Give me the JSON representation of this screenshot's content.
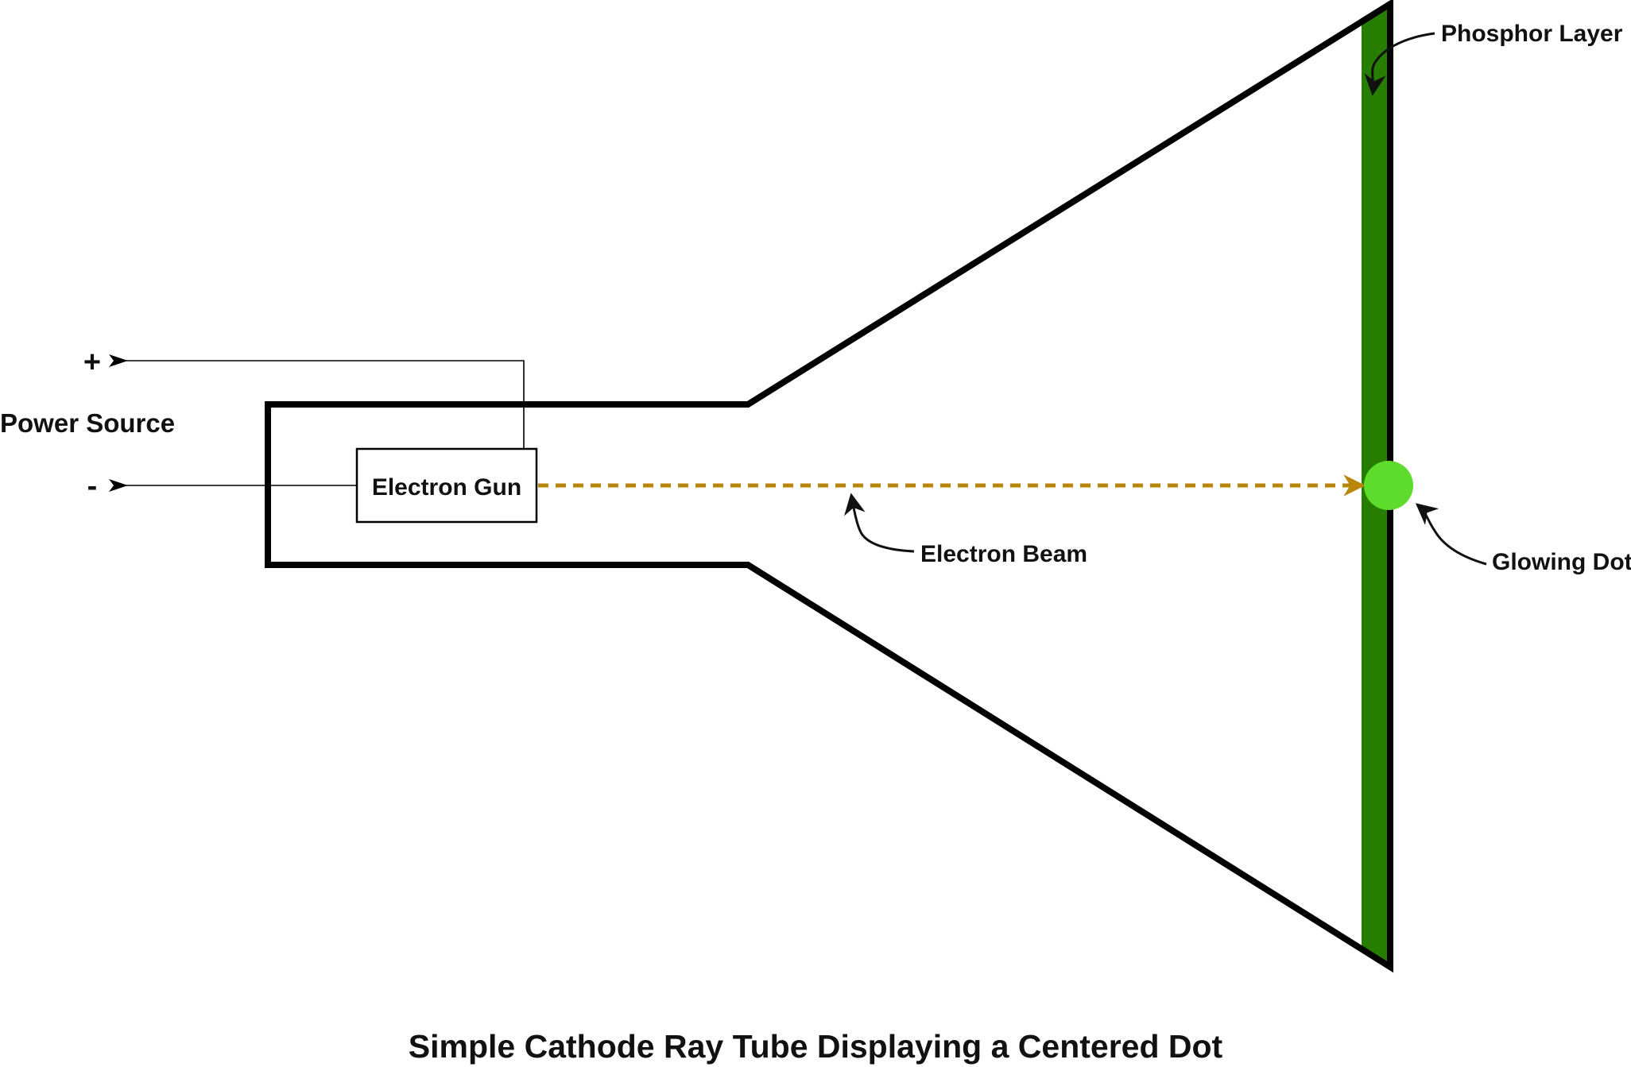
{
  "diagram": {
    "title": "Simple Cathode Ray Tube Displaying a Centered Dot",
    "labels": {
      "power_source": "Power Source",
      "plus_terminal": "+",
      "minus_terminal": "-",
      "electron_gun": "Electron Gun",
      "electron_beam": "Electron Beam",
      "phosphor_layer": "Phosphor Layer",
      "glowing_dot": "Glowing Dot"
    },
    "colors": {
      "tube_outline": "#000000",
      "phosphor": "#267d00",
      "glowing_dot": "#5ddc2e",
      "beam": "#b8860b",
      "text": "#111111"
    }
  }
}
